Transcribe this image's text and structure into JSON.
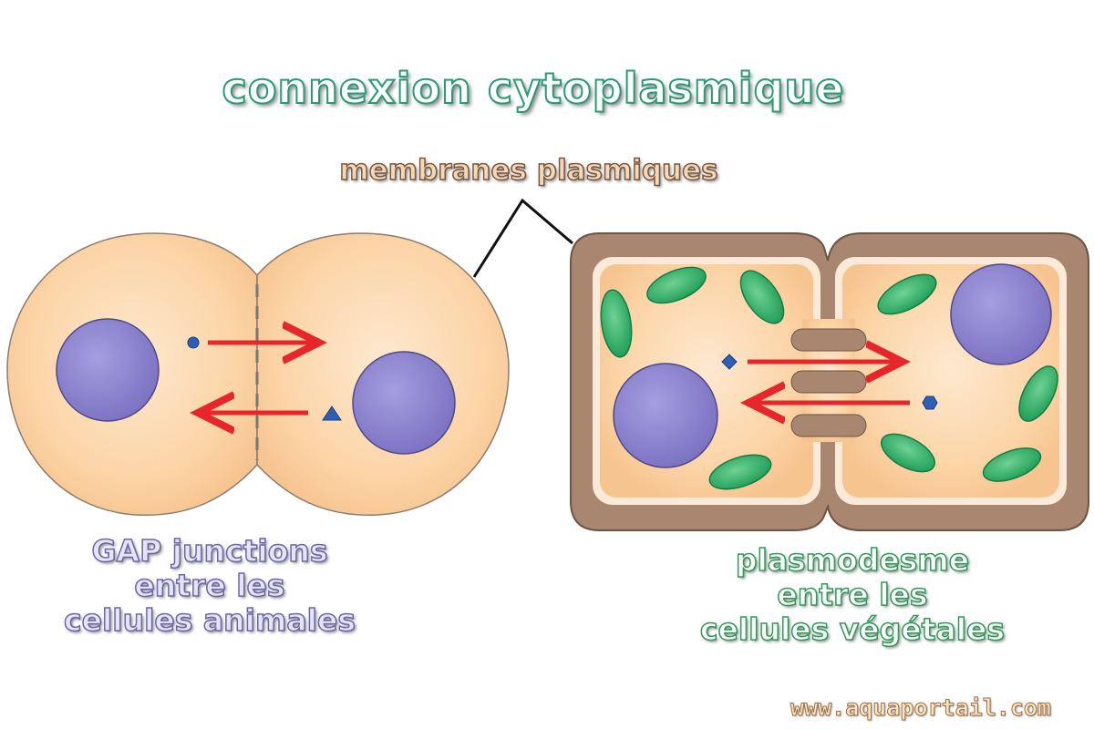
{
  "title": "connexion cytoplasmique",
  "membranes_label": "membranes plasmiques",
  "animal_cells": {
    "caption_lines": [
      "GAP junctions",
      "entre les",
      "cellules animales"
    ]
  },
  "plant_cells": {
    "caption_lines": [
      "plasmodesme",
      "entre les",
      "cellules végétales"
    ]
  },
  "watermark": "www.aquaportail.com",
  "colors": {
    "cytoplasm": "#fcd7ac",
    "nucleus": "#8f86d0",
    "cell_wall": "#a88670",
    "chloroplast": "#2fb46a",
    "arrow": "#e6262b",
    "molecule": "#2f5fb5"
  }
}
